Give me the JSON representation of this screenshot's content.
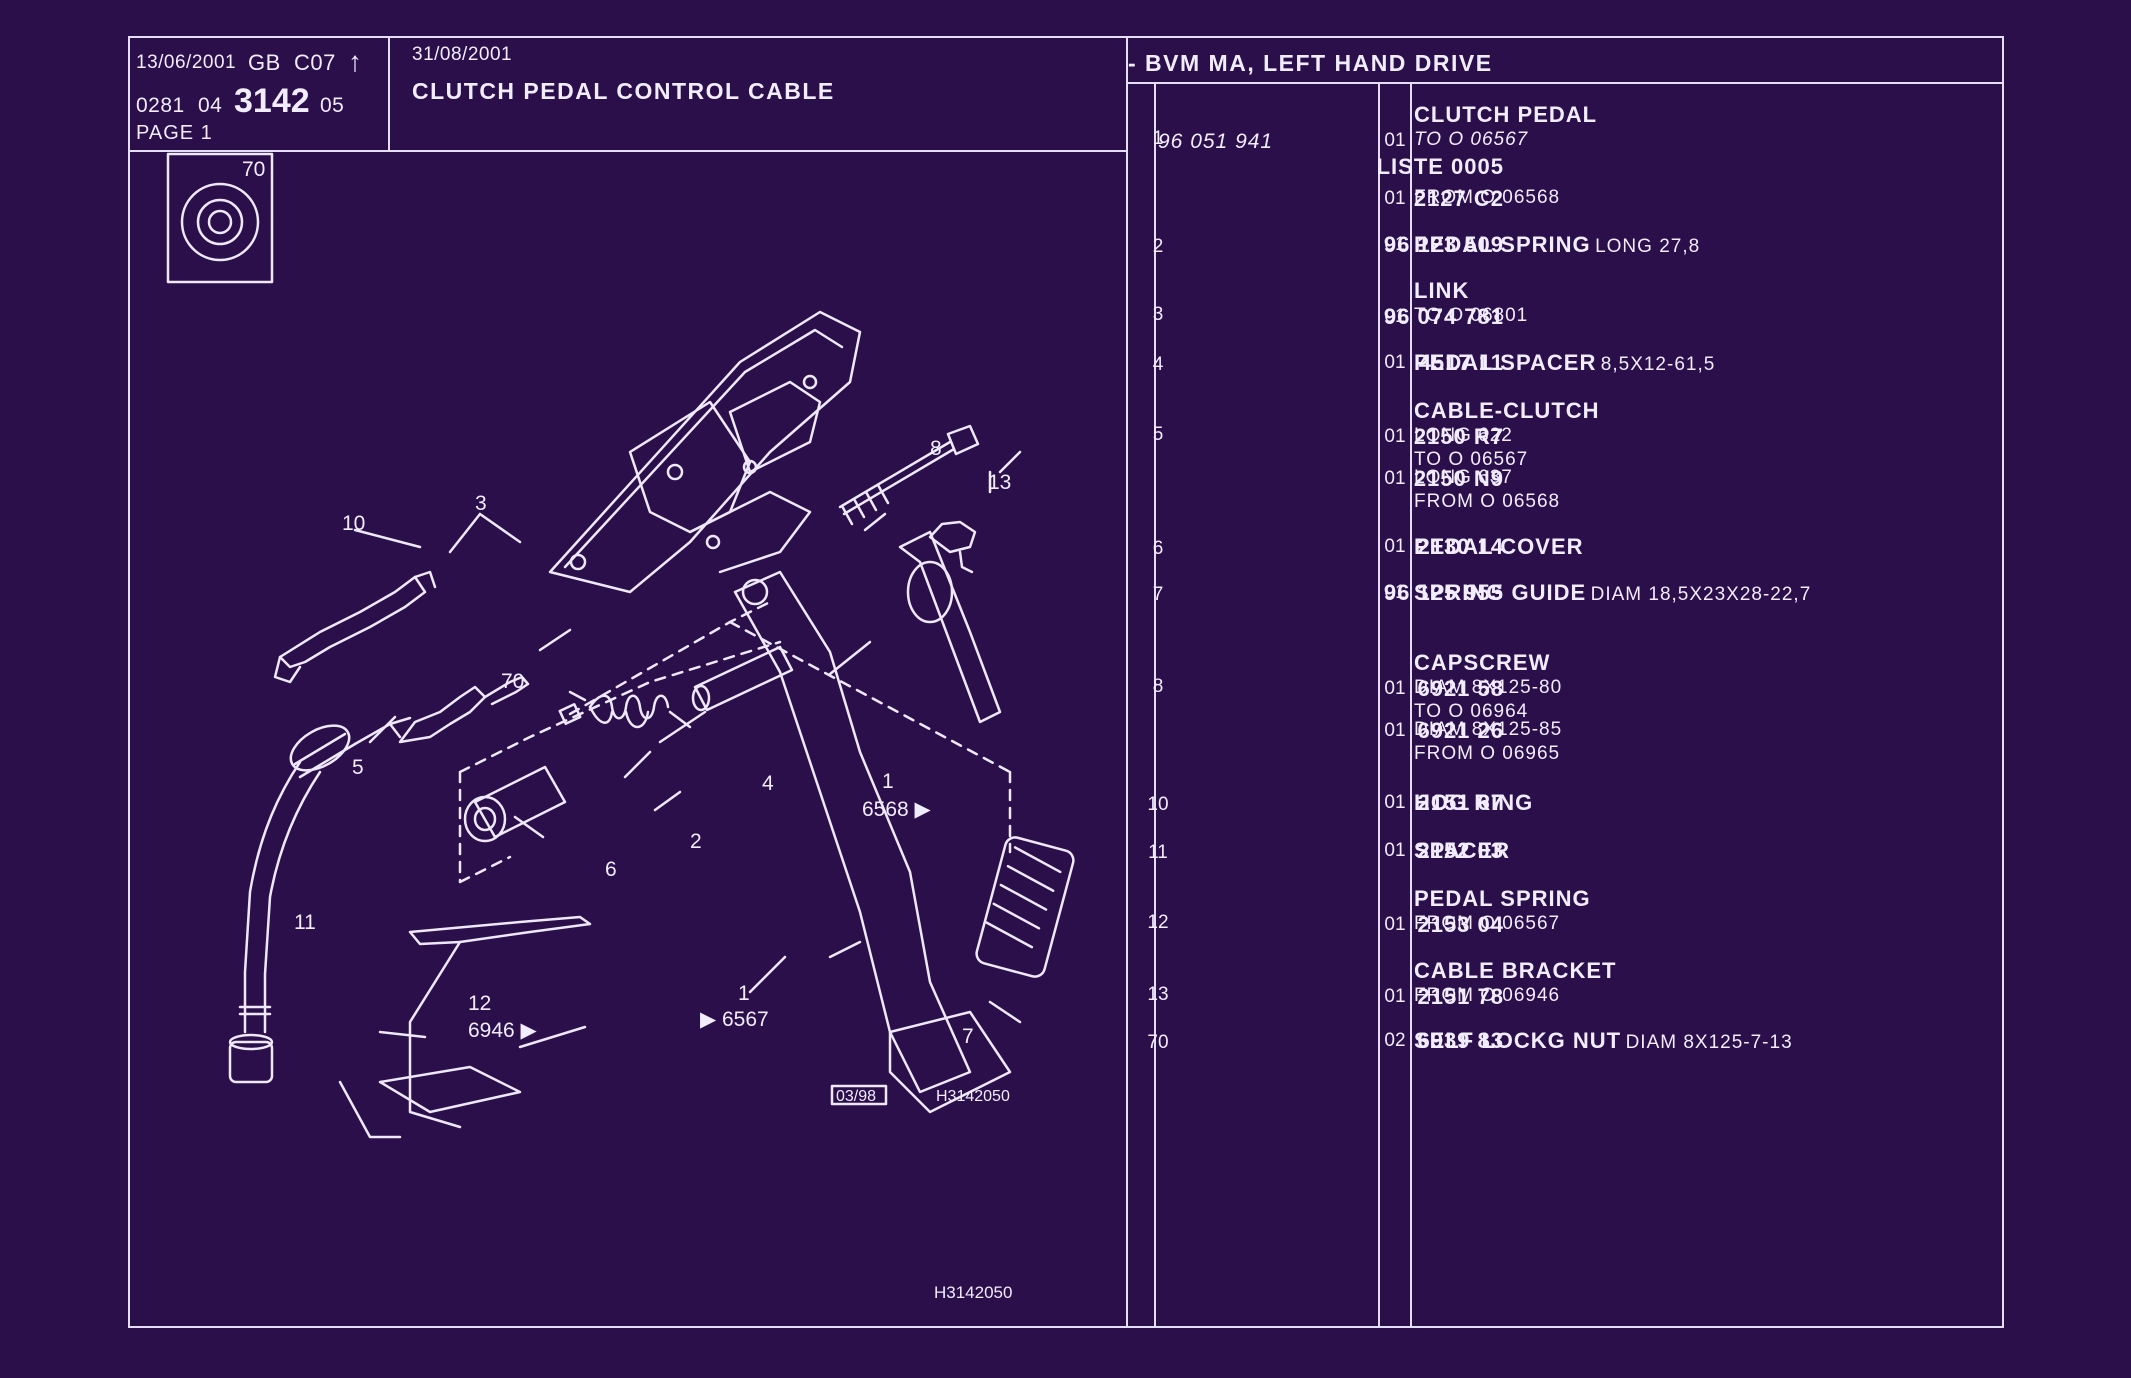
{
  "header": {
    "date_1": "13/06/2001",
    "lang": "GB",
    "code": "C07",
    "arrow": "↑",
    "ref_a": "0281",
    "ref_b": "04",
    "ref_main": "3142",
    "ref_c": "05",
    "page": "PAGE 1",
    "date_2": "31/08/2001",
    "title": "CLUTCH PEDAL CONTROL CABLE",
    "subtitle": "- BVM MA, LEFT HAND DRIVE"
  },
  "diagram": {
    "inset_label": "70",
    "callouts": [
      "1",
      "1",
      "2",
      "3",
      "4",
      "5",
      "6",
      "7",
      "8",
      "10",
      "11",
      "12",
      "13",
      "70"
    ],
    "callout_6568": "6568 ▶",
    "callout_6567": "▶ 6567",
    "callout_6946": "6946 ▶",
    "stamp_date": "03/98",
    "drawing_code": "H3142050",
    "footer_code": "H3142050"
  },
  "parts": [
    {
      "item": "1",
      "ref": "96 051 941",
      "ref_italic": true,
      "ref2": "LISTE 0005",
      "qty": "01",
      "name": "CLUTCH PEDAL",
      "sub": "",
      "lines": [
        "TO O 06567"
      ],
      "lines_italic": true
    },
    {
      "item": "",
      "ref": "2127 C2",
      "qty": "01",
      "name": "",
      "sub": "",
      "lines": [
        "FROM O 06568"
      ]
    },
    {
      "item": "2",
      "ref": "96 123 509",
      "qty": "01",
      "name": "PEDAL SPRING",
      "sub": "LONG 27,8",
      "lines": []
    },
    {
      "item": "3",
      "ref": "96 074 781",
      "qty": "01",
      "name": "LINK",
      "sub": "",
      "lines": [
        "TO O 06801"
      ]
    },
    {
      "item": "4",
      "ref": "4517 11",
      "qty": "01",
      "name": "PEDAL SPACER",
      "sub": "8,5X12-61,5",
      "lines": []
    },
    {
      "item": "5",
      "ref": "2150 R7",
      "qty": "01",
      "name": "CABLE-CLUTCH",
      "sub": "",
      "lines": [
        "LONG 622",
        "TO O 06567"
      ]
    },
    {
      "item": "",
      "ref": "2150 N9",
      "qty": "01",
      "name": "",
      "sub": "",
      "lines": [
        "LONG 637",
        "FROM O 06568"
      ]
    },
    {
      "item": "6",
      "ref": "2130 14",
      "qty": "01",
      "name": "PEDAL COVER",
      "sub": "",
      "lines": []
    },
    {
      "item": "7",
      "ref": "96 125 955",
      "qty": "01",
      "name": "SPRING GUIDE",
      "sub": "DIAM 18,5X23X28-22,7",
      "lines": []
    },
    {
      "item": "8",
      "ref": "6921 58",
      "qty": "01",
      "name": "CAPSCREW",
      "sub": "",
      "lines": [
        "DIAM 8X125-80",
        "TO O 06964"
      ]
    },
    {
      "item": "",
      "ref": "6921 26",
      "qty": "01",
      "name": "",
      "sub": "",
      "lines": [
        "DIAM 8X125-85",
        "FROM O 06965"
      ]
    },
    {
      "item": "10",
      "ref": "2151 67",
      "qty": "01",
      "name": "HOG RING",
      "sub": "",
      "lines": []
    },
    {
      "item": "11",
      "ref": "2152 03",
      "qty": "01",
      "name": "SPACER",
      "sub": "",
      "lines": []
    },
    {
      "item": "12",
      "ref": "2153 04",
      "qty": "01",
      "name": "PEDAL SPRING",
      "sub": "",
      "lines": [
        "FROM O 06567"
      ]
    },
    {
      "item": "13",
      "ref": "2151 78",
      "qty": "01",
      "name": "CABLE BRACKET",
      "sub": "",
      "lines": [
        "FROM O 06946"
      ]
    },
    {
      "item": "70",
      "ref": "6939 83",
      "qty": "02",
      "name": "SELF LOCKG NUT",
      "sub": "DIAM 8X125-7-13",
      "lines": []
    }
  ]
}
